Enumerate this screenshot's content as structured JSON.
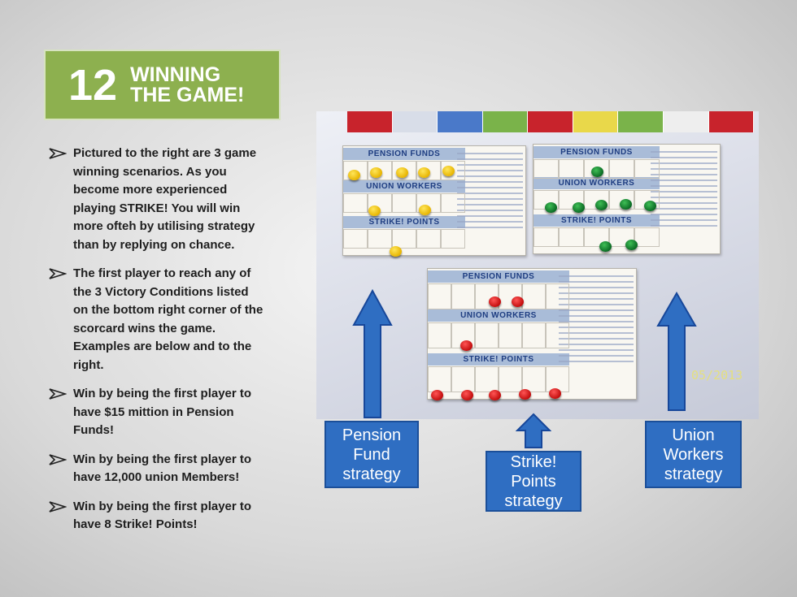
{
  "title": {
    "number": "12",
    "line1": "WINNING",
    "line2": "THE GAME!"
  },
  "bullets": [
    "Pictured to the right are 3 game winning scenarios. As you become more experienced playing STRIKE! You will win more ofteh by utilising strategy than by replying on chance.",
    "The first player to reach any of the 3 Victory Conditions listed on the bottom right corner of the scorcard wins the game. Examples are below and to the right.",
    "Win by being the first player to have $15 mittion in Pension Funds!",
    "Win by being the first player to have 12,000 union Members!",
    "Win by being the first player to have 8 Strike! Points!"
  ],
  "photo": {
    "date_stamp": "05/2013",
    "card_sections": [
      "PENSION FUNDS",
      "UNION WORKERS",
      "STRIKE! POINTS"
    ],
    "colors": {
      "yellow": "#e8b800",
      "green": "#0f7a2a",
      "red": "#cc1111"
    }
  },
  "labels": {
    "pension": "Pension\nFund\nstrategy",
    "strike": "Strike!\nPoints\nstrategy",
    "union": "Union\nWorkers\nstrategy"
  },
  "colors": {
    "title_bg": "#8db04f",
    "label_bg": "#2f6ec2"
  }
}
